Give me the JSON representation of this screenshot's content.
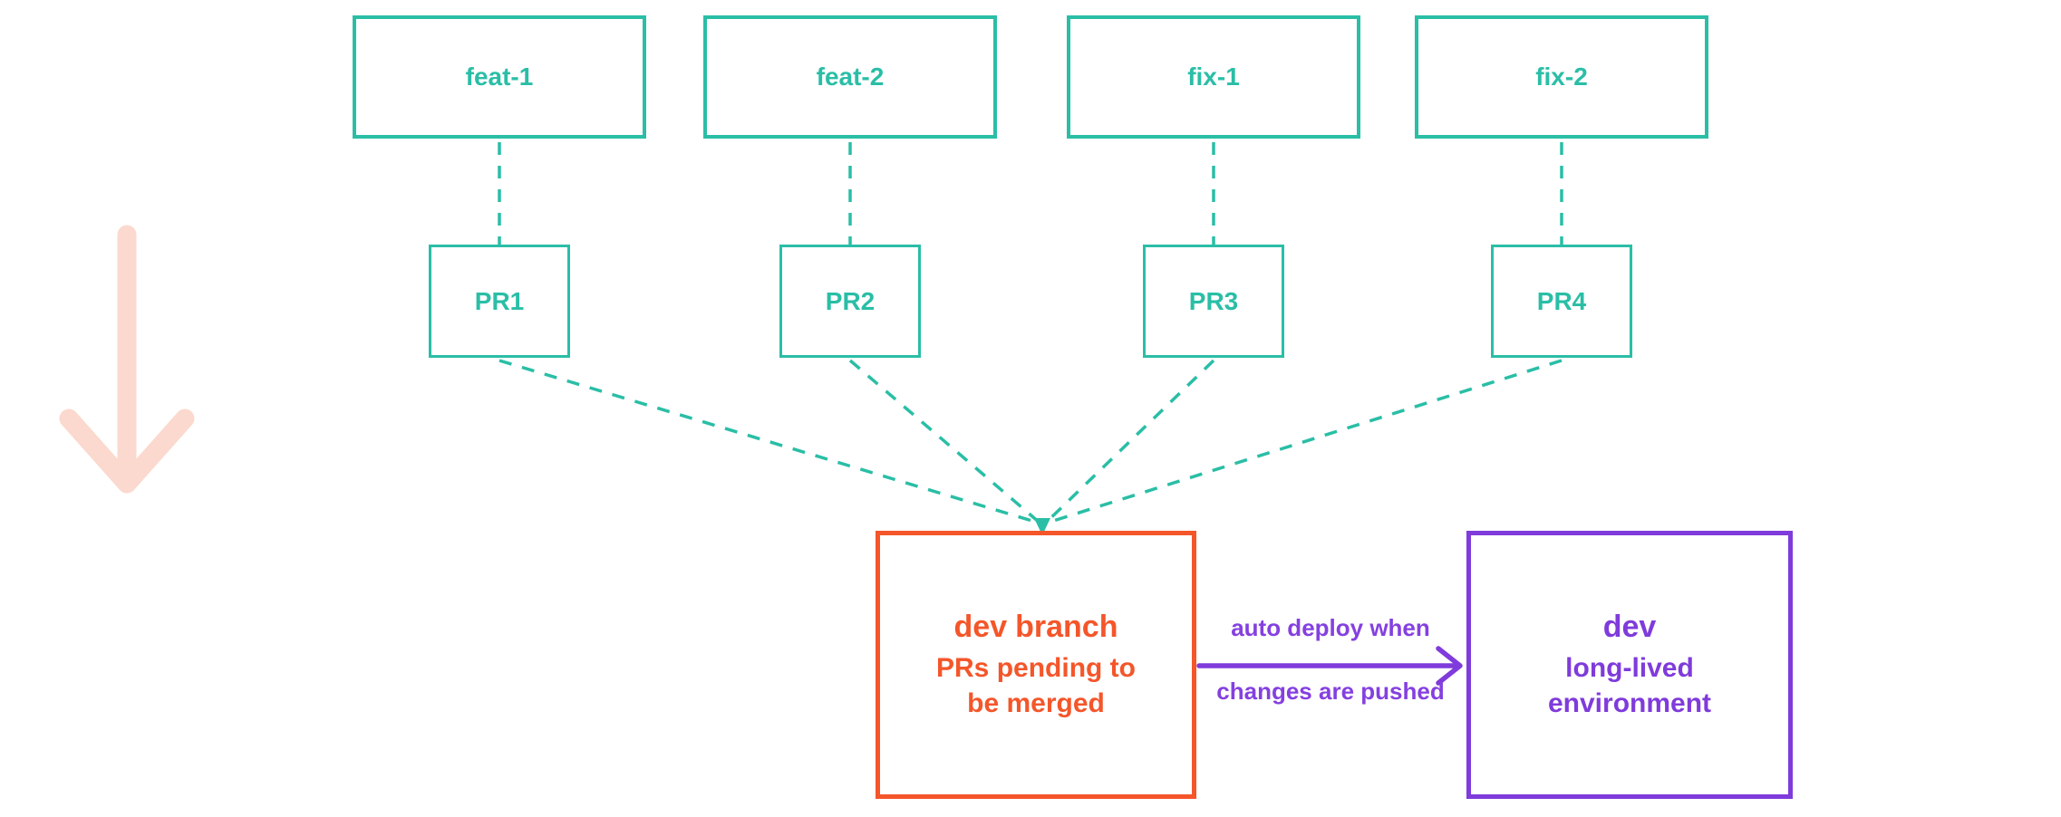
{
  "diagram": {
    "description": "Git branching workflow: feature and fix branches open PRs that merge into the dev branch, which auto-deploys to the dev long-lived environment"
  },
  "colors": {
    "teal": "#2ABEA6",
    "orange": "#F4562A",
    "purple": "#7F3BDB",
    "pink_arrow": "#FBD9CE",
    "background": "#FFFFFF"
  },
  "branches": [
    {
      "label": "feat-1"
    },
    {
      "label": "feat-2"
    },
    {
      "label": "fix-1"
    },
    {
      "label": "fix-2"
    }
  ],
  "pull_requests": [
    {
      "label": "PR1"
    },
    {
      "label": "PR2"
    },
    {
      "label": "PR3"
    },
    {
      "label": "PR4"
    }
  ],
  "dev_branch": {
    "title_bold": "dev",
    "title_rest": "branch",
    "subtitle": "PRs pending to be merged"
  },
  "deploy_arrow": {
    "label_line1": "auto deploy when",
    "label_line2": "changes are pushed"
  },
  "environment": {
    "title": "dev",
    "subtitle": "long-lived environment"
  },
  "icons": {
    "flow_down_arrow": "↓",
    "merge_arrowhead": "▼",
    "deploy_arrowhead": "→"
  }
}
